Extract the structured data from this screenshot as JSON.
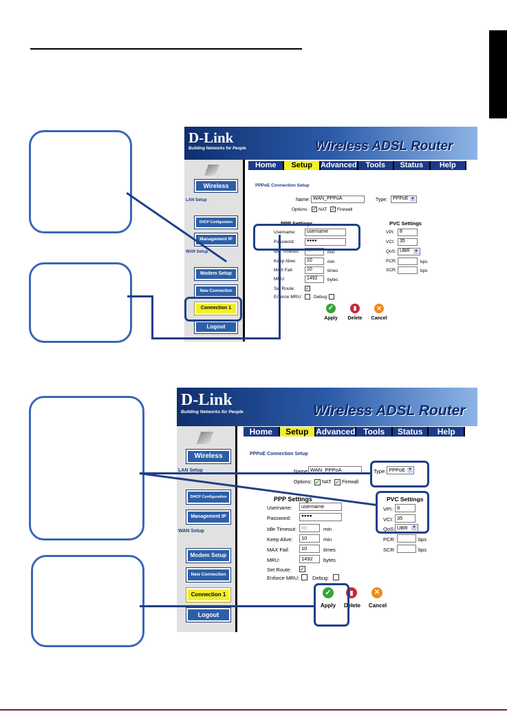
{
  "brand": {
    "logo": "D-Link",
    "tagline": "Building Networks for People",
    "product": "Wireless ADSL Router"
  },
  "tabs": [
    "Home",
    "Setup",
    "Advanced",
    "Tools",
    "Status",
    "Help"
  ],
  "sidebar": {
    "wireless": "Wireless",
    "lan_section": "LAN Setup",
    "dhcp": "DHCP Configuration",
    "mgmt": "Management IP",
    "wan_section": "WAN Setup",
    "modem": "Modem Setup",
    "new_conn": "New Connection",
    "conn1": "Connection 1",
    "logout": "Logout"
  },
  "form": {
    "heading": "PPPoE Connection Setup",
    "name_label": "Name:",
    "name_value": "WAN_PPPoA",
    "type_label": "Type:",
    "type_value": "PPPoE",
    "options_label": "Options:",
    "nat_label": "NAT",
    "firewall_label": "Firewall",
    "ppp_heading": "PPP Settings",
    "username_label": "Username:",
    "username_value": "username",
    "password_label": "Password:",
    "password_value": "●●●●",
    "idle_label": "Idle Timeout:",
    "idle_value": "60",
    "idle_unit": "min",
    "keep_label": "Keep Alive:",
    "keep_value": "10",
    "keep_unit": "min",
    "maxfail_label": "MAX Fail:",
    "maxfail_value": "10",
    "maxfail_unit": "times",
    "mru_label": "MRU:",
    "mru_value": "1492",
    "mru_unit": "bytes",
    "setroute_label": "Set Route:",
    "enforce_label": "Enforce MRU:",
    "debug_label": "Debug:",
    "pvc_heading": "PVC Settings",
    "vpi_label": "VPI:",
    "vpi_value": "8",
    "vci_label": "VCI:",
    "vci_value": "35",
    "qos_label": "QoS:",
    "qos_value": "UBR",
    "pcr_label": "PCR:",
    "pcr_unit": "bps",
    "scr_label": "SCR:",
    "scr_unit": "bps",
    "check_mark": "✓",
    "apply": "Apply",
    "delete": "Delete",
    "cancel": "Cancel"
  },
  "colors": {
    "callout_border": "#3a66b8",
    "highlight": "#1f3f88",
    "tab_active": "#f2ef2c",
    "sidebar_button": "#2d5fa8"
  }
}
